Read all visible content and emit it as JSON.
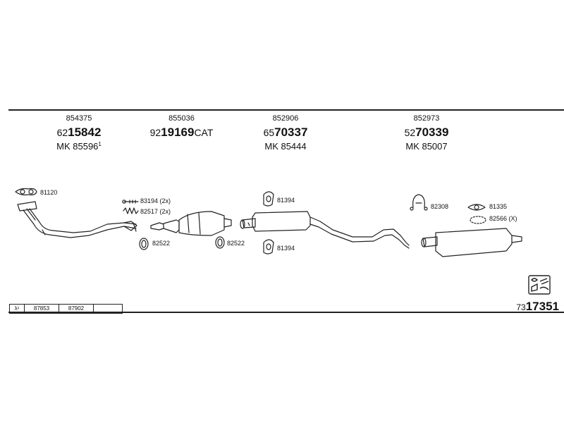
{
  "groups": [
    {
      "ref": "854375",
      "num_prefix": "62",
      "num_main": "15842",
      "num_suffix": "",
      "mk": "MK 85596",
      "mk_sup": "1"
    },
    {
      "ref": "855036",
      "num_prefix": "92",
      "num_main": "19169",
      "num_suffix": "CAT",
      "mk": "",
      "mk_sup": ""
    },
    {
      "ref": "852906",
      "num_prefix": "65",
      "num_main": "70337",
      "num_suffix": "",
      "mk": "MK 85444",
      "mk_sup": ""
    },
    {
      "ref": "852973",
      "num_prefix": "52",
      "num_main": "70339",
      "num_suffix": "",
      "mk": "MK 85007",
      "mk_sup": ""
    }
  ],
  "parts": {
    "p81120": "81120",
    "p83194": "83194 (2x)",
    "p82517": "82517 (2x)",
    "p82522a": "82522",
    "p82522b": "82522",
    "p81394a": "81394",
    "p81394b": "81394",
    "p82308": "82308",
    "p81335": "81335",
    "p82566": "82566 (X)"
  },
  "table": {
    "c0": "λ¹",
    "c1": "87853",
    "c2": "87902",
    "c3": ""
  },
  "set": {
    "prefix": "73",
    "main": "17351"
  },
  "colors": {
    "line": "#222222",
    "background": "#ffffff"
  }
}
